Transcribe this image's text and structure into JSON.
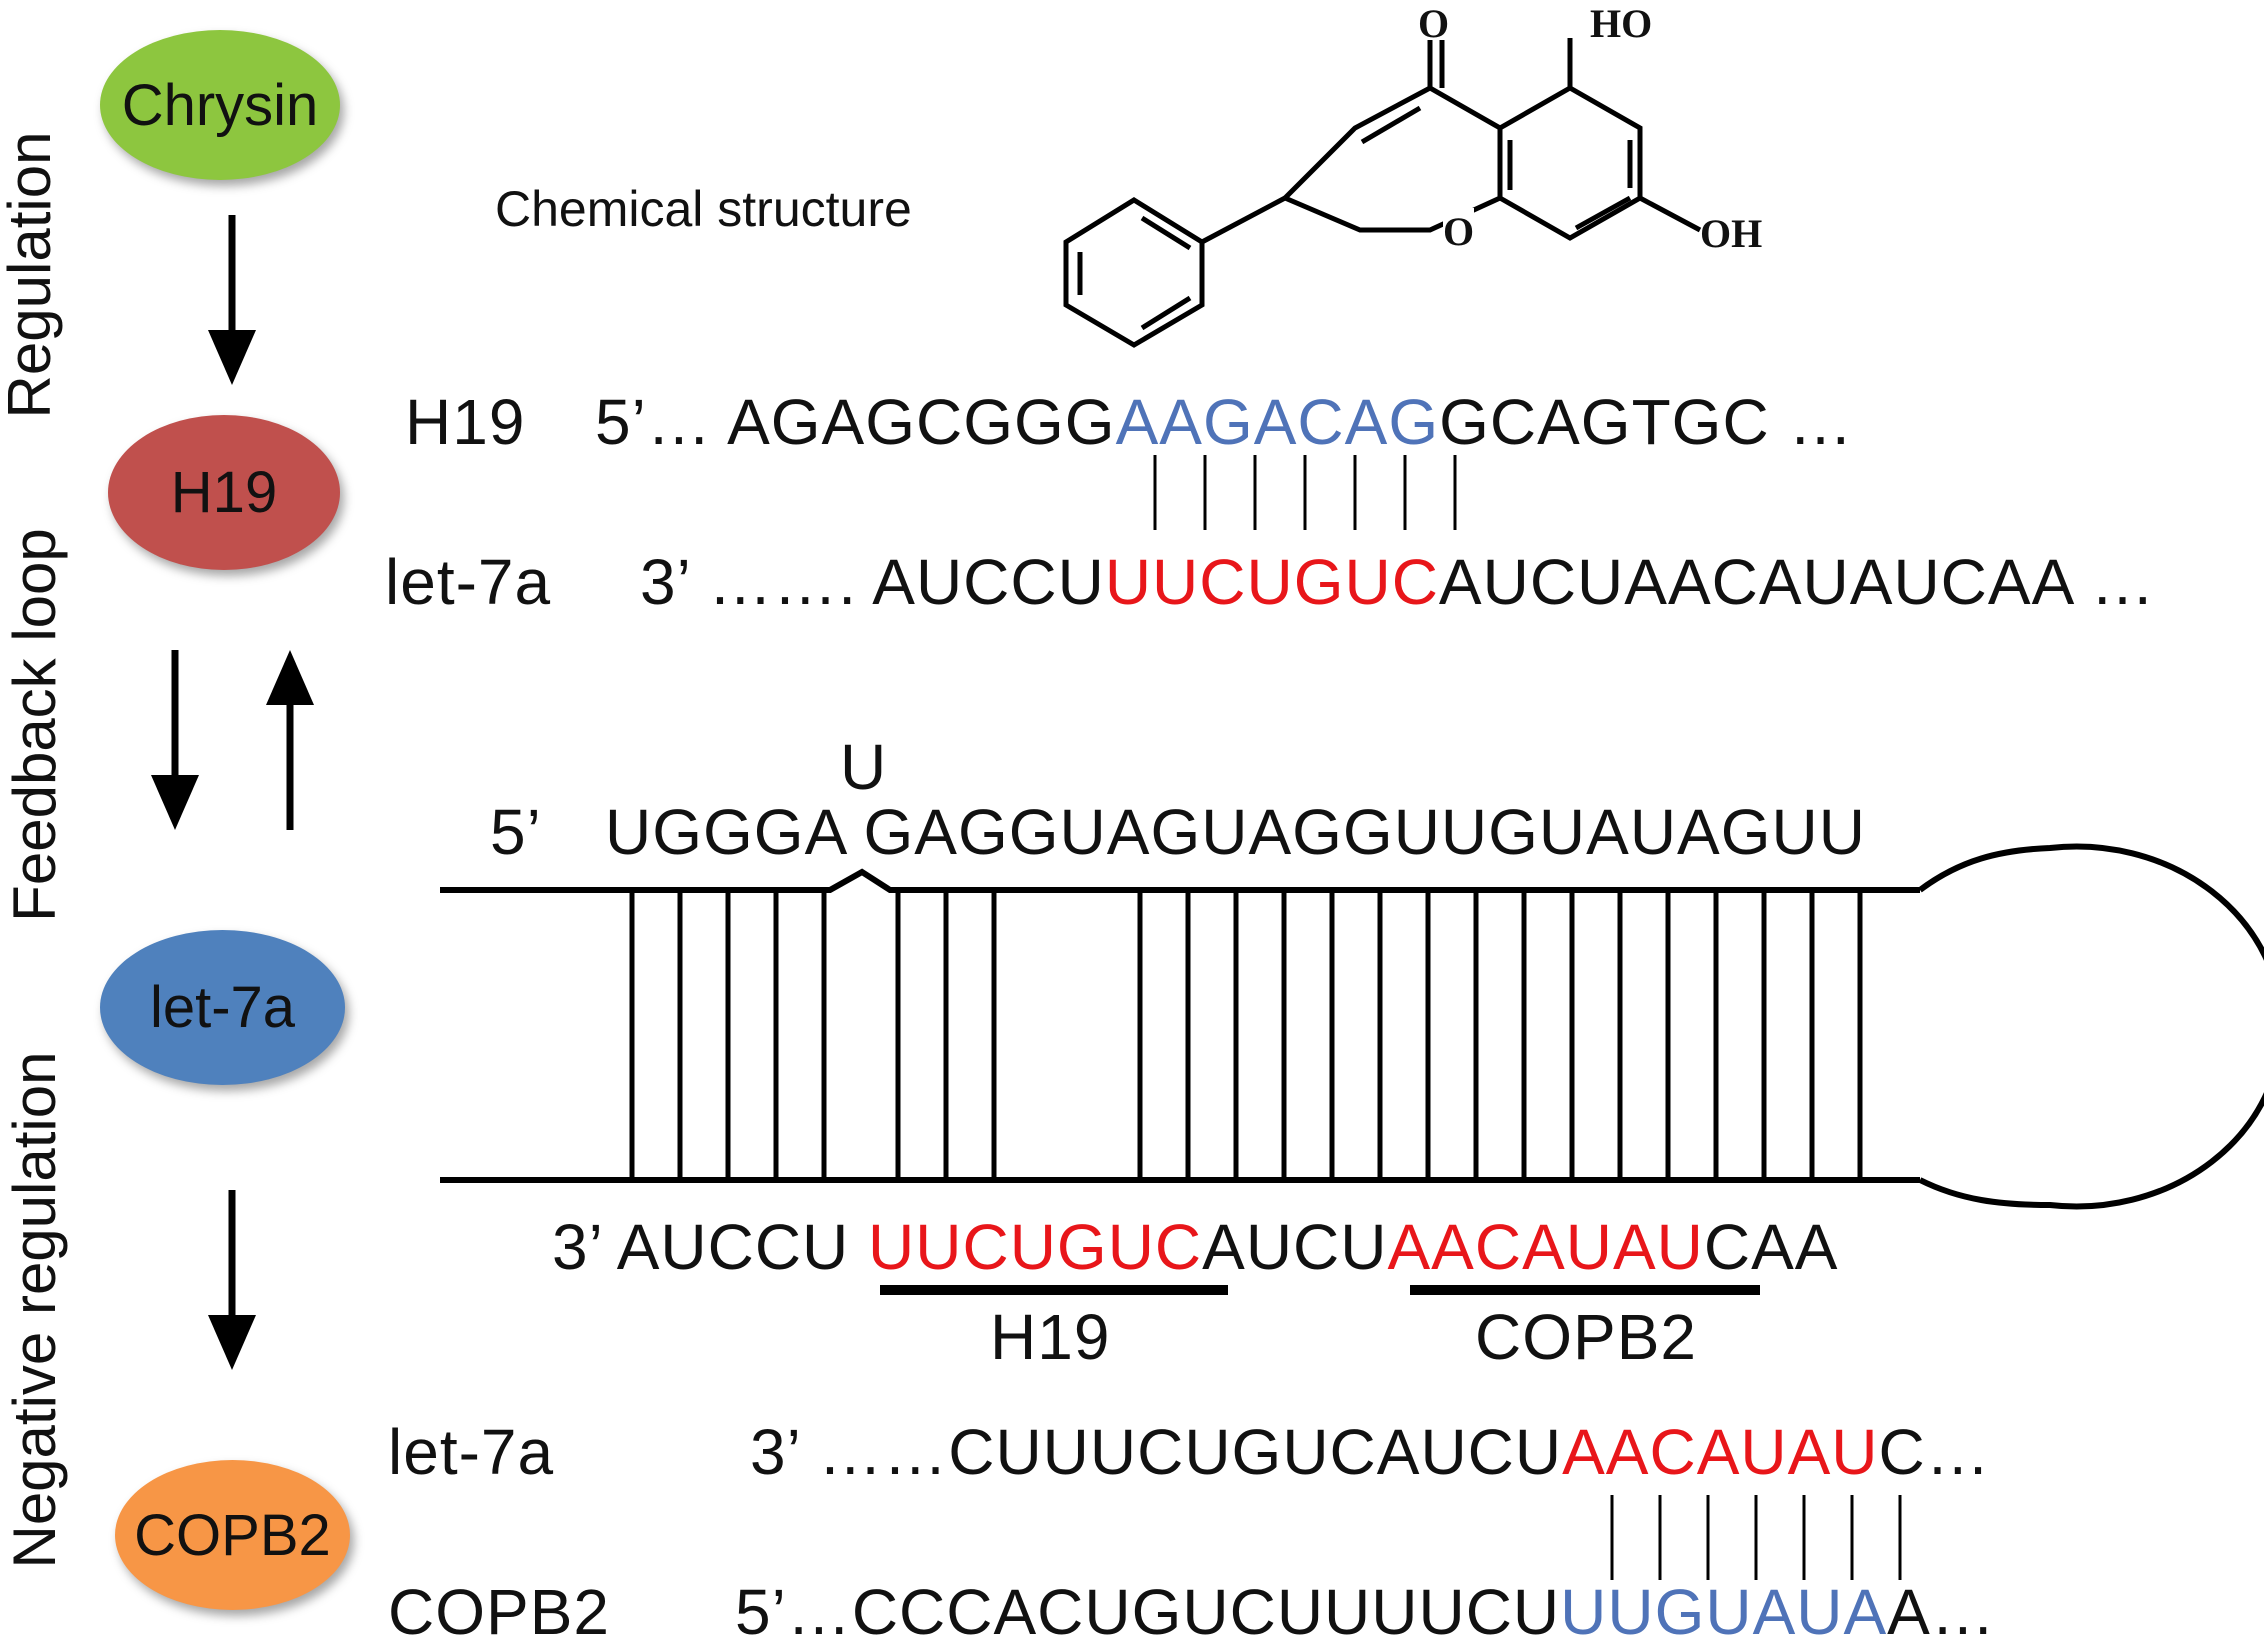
{
  "nodes": {
    "chrysin": {
      "label": "Chrysin",
      "color": "#8dc63f"
    },
    "h19": {
      "label": "H19",
      "color": "#c0504d"
    },
    "let7a": {
      "label": "let-7a",
      "color": "#4f81bd"
    },
    "copb2": {
      "label": "COPB2",
      "color": "#f79646"
    }
  },
  "side_labels": {
    "regulation": "Regulation",
    "feedback": "Feedback loop",
    "negative": "Negative regulation"
  },
  "chem": {
    "title": "Chemical structure",
    "o_top": "O",
    "ho_top": "HO",
    "o_ring": "O",
    "oh_right": "OH"
  },
  "h19_pair": {
    "h19_label": "H19",
    "h19_prefix": "5’… AGAGCGGG",
    "h19_site": "AAGACAG",
    "h19_suffix": "GCAGTGC …",
    "let_label": "let-7a",
    "let_prefix": "3’ ……. AUCCU",
    "let_site": "UUCUGUC",
    "let_suffix": "AUCUAACAUAUCAA …"
  },
  "hairpin": {
    "bulge": "U",
    "top_5p": "5’",
    "top_seq": "UGGGA GAGGUAGUAGGUUGUAUAGUU",
    "bottom_prefix": "3’ AUCCU ",
    "bottom_site1": "UUCUGUC",
    "bottom_mid": "AUCU",
    "bottom_site2": "AACAUAU",
    "bottom_suffix": "CAA",
    "under1": "H19",
    "under2": "COPB2"
  },
  "copb2_pair": {
    "let_label": "let-7a",
    "let_prefix": "3’ ……CUUUCUGUCAUCU",
    "let_site": "AACAUAU",
    "let_suffix": "C…",
    "copb2_label": "COPB2",
    "copb2_prefix": "5’…CCCACUGUCUUUUCU",
    "copb2_site": "UUGUAUA",
    "copb2_suffix": "A…"
  }
}
